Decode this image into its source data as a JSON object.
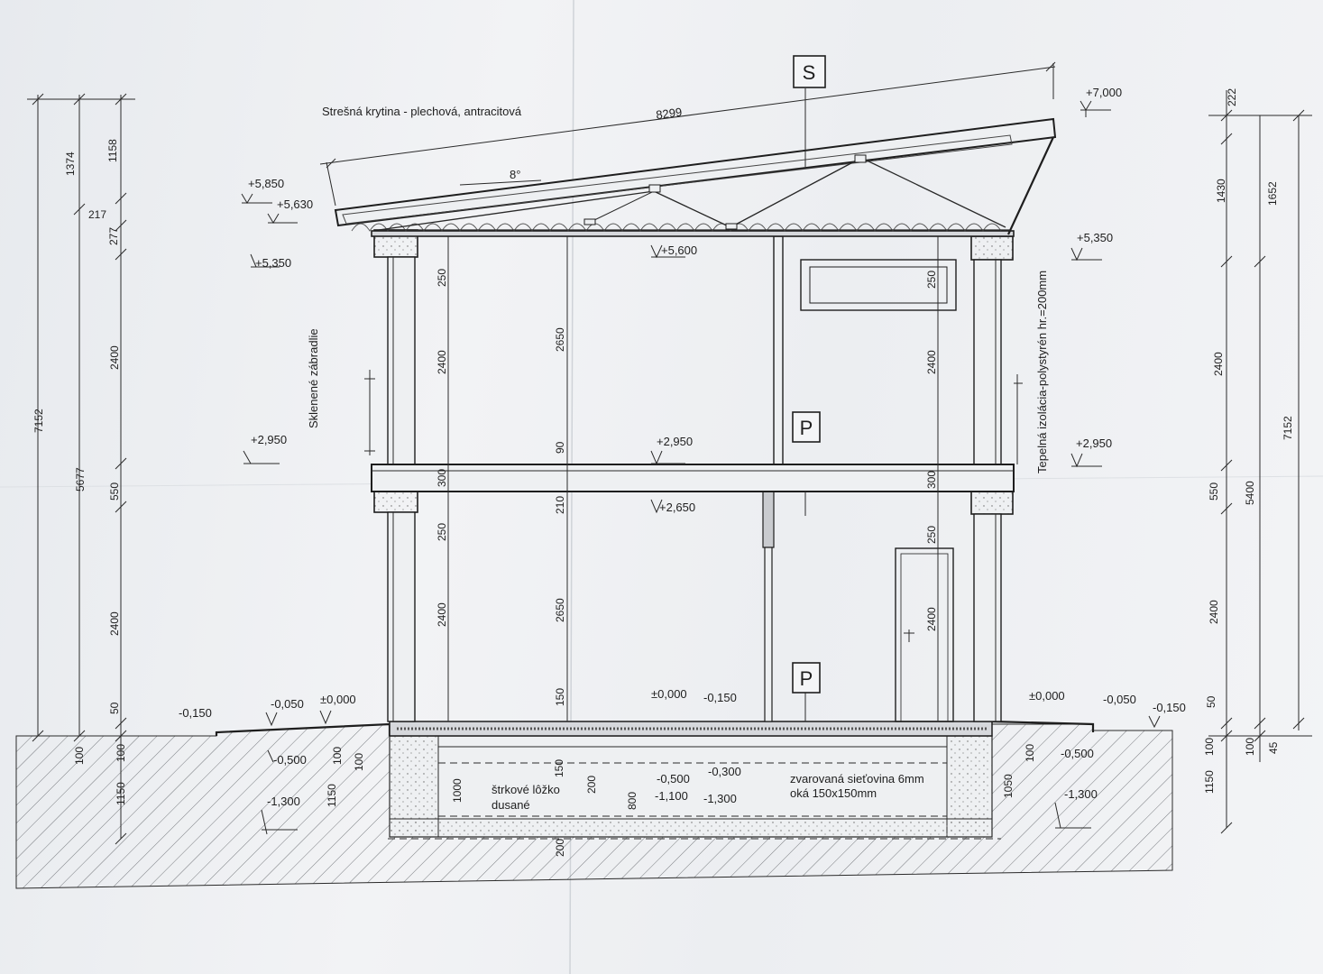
{
  "title": {
    "roof_covering": "Strešná krytina - plechová, antracitová",
    "glass_railing": "Sklenené zábradlie",
    "insulation": "Tepelná izolácia-polystyrén hr.=200mm",
    "gravel_bed_1": "štrkové lôžko",
    "gravel_bed_2": "dusané",
    "mesh_1": "zvarovaná sieťovina 6mm",
    "mesh_2": "oká 150x150mm"
  },
  "markers": {
    "section": "S",
    "floor_upper": "P",
    "floor_lower": "P"
  },
  "roof": {
    "length": "8299",
    "pitch": "8°"
  },
  "levels": {
    "top": "+7,000",
    "l5850": "+5,850",
    "l5630": "+5,630",
    "l5600": "+5,600",
    "l5350_left": "+5,350",
    "l5350_right": "+5,350",
    "l2950_left": "+2,950",
    "l2950_mid": "+2,950",
    "l2950_right": "+2,950",
    "l2650": "+2,650",
    "m0150_left": "-0,150",
    "m0050_left": "-0,050",
    "z0000_left": "±0,000",
    "z0000_mid": "±0,000",
    "m0150_mid": "-0,150",
    "z0000_right": "±0,000",
    "m0050_right": "-0,050",
    "m0150_right": "-0,150",
    "m0500_left": "-0,500",
    "m1300_left": "-1,300",
    "m0500_mid": "-0,500",
    "m0300_mid": "-0,300",
    "m1100_mid": "-1,100",
    "m1300_mid": "-1,300",
    "m0500_right": "-0,500",
    "m1300_right": "-1,300"
  },
  "dims_left": {
    "d7152": "7152",
    "d5677": "5677",
    "d1374": "1374",
    "d1158": "1158",
    "d217": "217",
    "d277": "277",
    "d2400a": "2400",
    "d550": "550",
    "d2400b": "2400",
    "d50": "50",
    "d100a": "100",
    "d100b": "100",
    "d1150": "1150"
  },
  "dims_mid": {
    "d250a": "250",
    "d2400a": "2400",
    "d300": "300",
    "d250b": "250",
    "d2400b": "2400",
    "d2650a": "2650",
    "d90": "90",
    "d210": "210",
    "d2650b": "2650",
    "d150a": "150",
    "d250c": "250",
    "d2400c": "2400",
    "d300b": "300",
    "d250d": "250",
    "d2400d": "2400",
    "d100a": "100",
    "d1150": "1150",
    "d100b": "100",
    "d1000": "1000",
    "d150b": "150",
    "d200a": "200",
    "d800": "800",
    "d200b": "200",
    "d100c": "100",
    "d1050": "1050"
  },
  "dims_right": {
    "d222": "222",
    "d1430": "1430",
    "d1652": "1652",
    "d2400a": "2400",
    "d550": "550",
    "d5400": "5400",
    "d7152": "7152",
    "d2400b": "2400",
    "d50": "50",
    "d100a": "100",
    "d100b": "100",
    "d45": "45",
    "d1150": "1150"
  }
}
